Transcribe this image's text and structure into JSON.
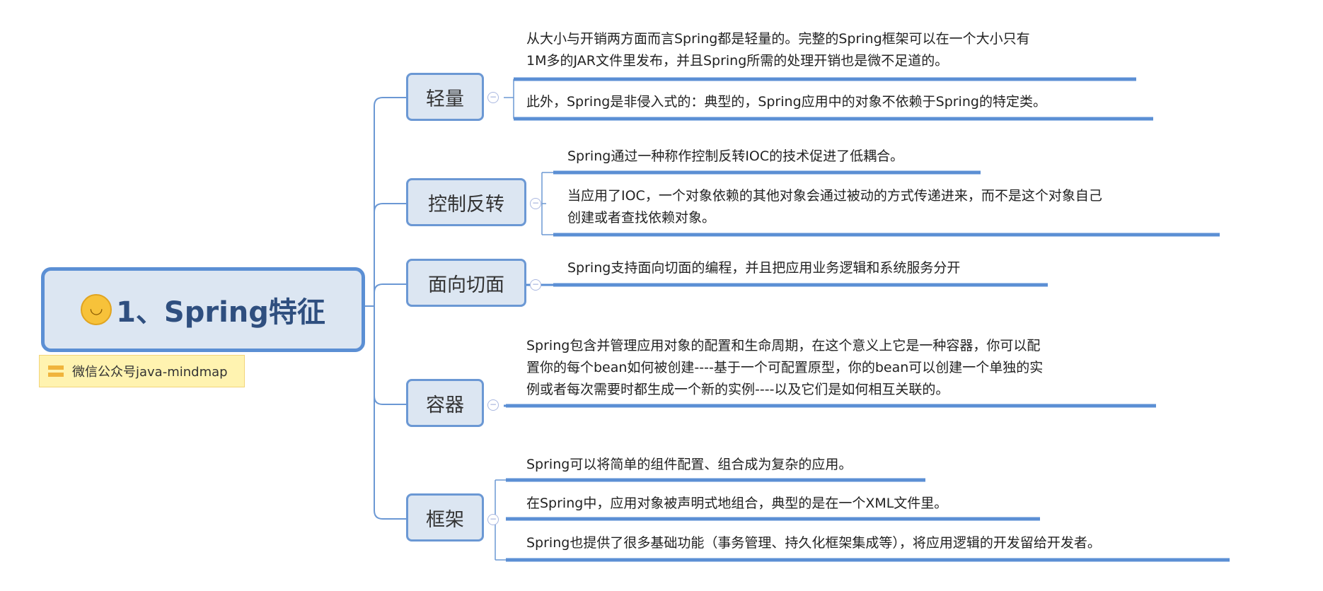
{
  "root": {
    "title": "1、Spring特征",
    "icon": "smiley-icon",
    "note": "微信公众号java-mindmap"
  },
  "branches": [
    {
      "label": "轻量",
      "leaves": [
        [
          "从大小与开销两方面而言Spring都是轻量的。完整的Spring框架可以在一个大小只有",
          "1M多的JAR文件里发布，并且Spring所需的处理开销也是微不足道的。"
        ],
        [
          "此外，Spring是非侵入式的：典型的，Spring应用中的对象不依赖于Spring的特定类。"
        ]
      ]
    },
    {
      "label": "控制反转",
      "leaves": [
        [
          "Spring通过一种称作控制反转IOC的技术促进了低耦合。"
        ],
        [
          "当应用了IOC，一个对象依赖的其他对象会通过被动的方式传递进来，而不是这个对象自己",
          "创建或者查找依赖对象。"
        ]
      ]
    },
    {
      "label": "面向切面",
      "leaves": [
        [
          "Spring支持面向切面的编程，并且把应用业务逻辑和系统服务分开"
        ]
      ]
    },
    {
      "label": "容器",
      "leaves": [
        [
          "Spring包含并管理应用对象的配置和生命周期，在这个意义上它是一种容器，你可以配",
          "置你的每个bean如何被创建----基于一个可配置原型，你的bean可以创建一个单独的实",
          "例或者每次需要时都生成一个新的实例----以及它们是如何相互关联的。"
        ]
      ]
    },
    {
      "label": "框架",
      "leaves": [
        [
          "Spring可以将简单的组件配置、组合成为复杂的应用。"
        ],
        [
          "在Spring中，应用对象被声明式地组合，典型的是在一个XML文件里。"
        ],
        [
          "Spring也提供了很多基础功能（事务管理、持久化框架集成等），将应用逻辑的开发留给开发者。"
        ]
      ]
    }
  ],
  "collapse_symbol": "−",
  "colors": {
    "line": "#5b8fd4",
    "node_fill": "#dce6f2",
    "note_fill": "#fff3b0"
  }
}
